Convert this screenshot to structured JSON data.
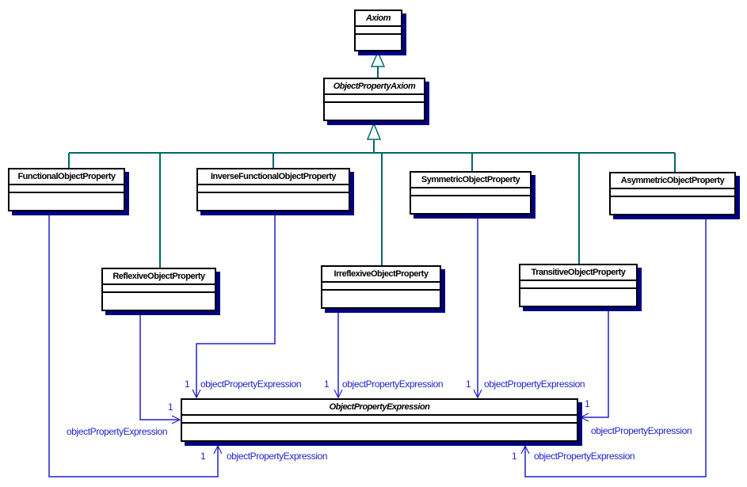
{
  "colors": {
    "background": "#ffffff",
    "class_border": "#000000",
    "class_fill": "#ffffff",
    "class_shadow": "#000080",
    "generalization_line": "#006868",
    "association_line": "#2121cd",
    "association_label_text": "#2121cd",
    "class_title_text": "#000000"
  },
  "classes": [
    {
      "name": "Axiom",
      "abstract": true
    },
    {
      "name": "ObjectPropertyAxiom",
      "abstract": true
    },
    {
      "name": "FunctionalObjectProperty",
      "abstract": false
    },
    {
      "name": "InverseFunctionalObjectProperty",
      "abstract": false
    },
    {
      "name": "SymmetricObjectProperty",
      "abstract": false
    },
    {
      "name": "AsymmetricObjectProperty",
      "abstract": false
    },
    {
      "name": "ReflexiveObjectProperty",
      "abstract": false
    },
    {
      "name": "IrreflexiveObjectProperty",
      "abstract": false
    },
    {
      "name": "TransitiveObjectProperty",
      "abstract": false
    },
    {
      "name": "ObjectPropertyExpression",
      "abstract": true
    }
  ],
  "generalizations": [
    {
      "from": "ObjectPropertyAxiom",
      "to": "Axiom"
    },
    {
      "from": "FunctionalObjectProperty",
      "to": "ObjectPropertyAxiom"
    },
    {
      "from": "InverseFunctionalObjectProperty",
      "to": "ObjectPropertyAxiom"
    },
    {
      "from": "ReflexiveObjectProperty",
      "to": "ObjectPropertyAxiom"
    },
    {
      "from": "IrreflexiveObjectProperty",
      "to": "ObjectPropertyAxiom"
    },
    {
      "from": "SymmetricObjectProperty",
      "to": "ObjectPropertyAxiom"
    },
    {
      "from": "AsymmetricObjectProperty",
      "to": "ObjectPropertyAxiom"
    },
    {
      "from": "TransitiveObjectProperty",
      "to": "ObjectPropertyAxiom"
    }
  ],
  "associations": [
    {
      "from": "InverseFunctionalObjectProperty",
      "to": "ObjectPropertyExpression",
      "multiplicity": "1",
      "role": "objectPropertyExpression"
    },
    {
      "from": "IrreflexiveObjectProperty",
      "to": "ObjectPropertyExpression",
      "multiplicity": "1",
      "role": "objectPropertyExpression"
    },
    {
      "from": "SymmetricObjectProperty",
      "to": "ObjectPropertyExpression",
      "multiplicity": "1",
      "role": "objectPropertyExpression"
    },
    {
      "from": "ReflexiveObjectProperty",
      "to": "ObjectPropertyExpression",
      "multiplicity": "1",
      "role": "objectPropertyExpression"
    },
    {
      "from": "TransitiveObjectProperty",
      "to": "ObjectPropertyExpression",
      "multiplicity": "1",
      "role": "objectPropertyExpression"
    },
    {
      "from": "FunctionalObjectProperty",
      "to": "ObjectPropertyExpression",
      "multiplicity": "1",
      "role": "objectPropertyExpression"
    },
    {
      "from": "AsymmetricObjectProperty",
      "to": "ObjectPropertyExpression",
      "multiplicity": "1",
      "role": "objectPropertyExpression"
    }
  ]
}
